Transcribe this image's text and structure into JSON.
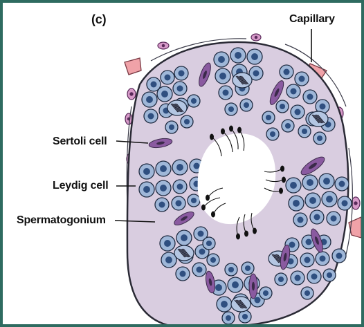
{
  "figure": {
    "panel_letter": "(c)",
    "labels": {
      "capillary": "Capillary",
      "sertoli_cell": "Sertoli cell",
      "leydig_cell": "Leydig cell",
      "spermatogonium": "Spermatogonium"
    }
  },
  "colors": {
    "frame": "#2e6b60",
    "background": "#ffffff",
    "tubule_fill": "#d9cde0",
    "basement_membrane": "#2a2a35",
    "germ_cell_fill": "#9fb7d8",
    "germ_cell_outline": "#1e2a40",
    "nucleus_fill": "#2f4f80",
    "sertoli_fill": "#8a5aa0",
    "leydig_fill": "#d79ac9",
    "capillary_fill": "#f0a2a8",
    "lumen": "#ffffff",
    "sperm": "#111111"
  }
}
